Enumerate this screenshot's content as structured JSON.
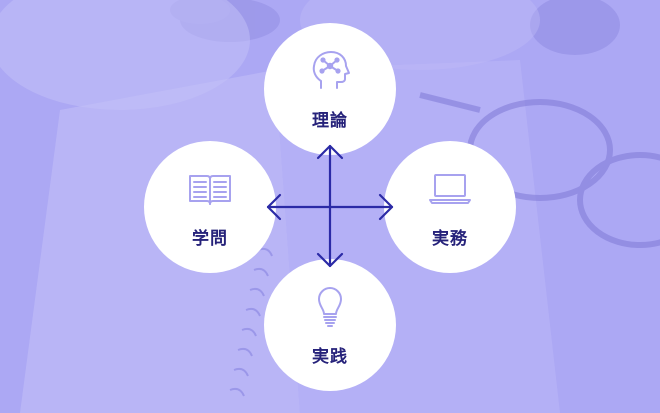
{
  "diagram": {
    "nodes": {
      "top": {
        "label": "理論",
        "icon": "brain-network-icon"
      },
      "left": {
        "label": "学問",
        "icon": "open-book-icon"
      },
      "right": {
        "label": "実務",
        "icon": "laptop-icon"
      },
      "bottom": {
        "label": "実践",
        "icon": "lightbulb-icon"
      }
    }
  },
  "colors": {
    "background": "#a9a5f3",
    "circle": "#ffffff",
    "icon": "#a7a2ef",
    "text": "#26227a",
    "arrow": "#2b2aa6"
  }
}
